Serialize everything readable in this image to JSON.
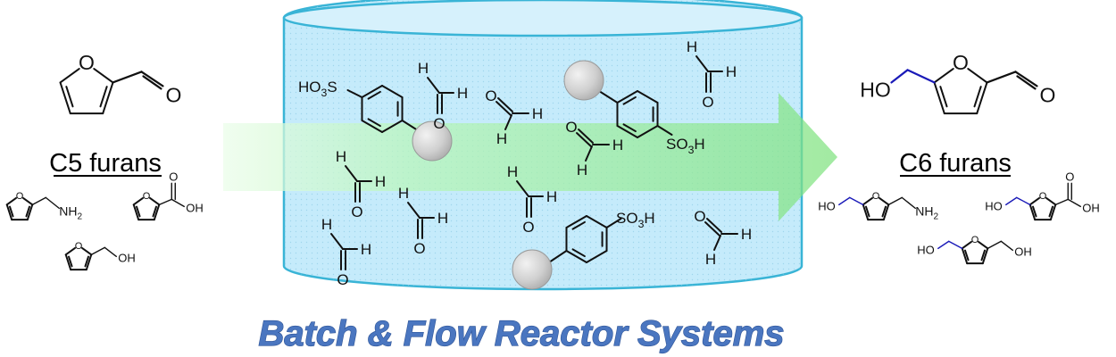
{
  "colors": {
    "arrow": "#a6f5a6",
    "cylinder": "#c5ebfb",
    "cylinder_edge": "#39b4d6",
    "c6_hydroxymethyl": "#1a1ab8",
    "bead": "#c4c4c4",
    "title": "#4a76c0"
  },
  "left": {
    "heading": "C5 furans",
    "main_label": "O",
    "side_labels": {
      "nh2": "NH",
      "nh2_sub": "2",
      "cooh": "OH",
      "oh": "OH"
    }
  },
  "right": {
    "heading": "C6 furans",
    "main_ho": "HO",
    "main_o": "O",
    "side_labels": {
      "ho": "HO",
      "nh2": "NH",
      "nh2_sub": "2",
      "oh": "OH"
    }
  },
  "reactor": {
    "formaldehyde": {
      "h": "H",
      "o": "O"
    },
    "sulfonic_acid": {
      "ho3s_prefix": "HO",
      "so3h_prefix": "SO",
      "sub3": "3",
      "s": "S",
      "h": "H"
    }
  },
  "title": "Batch & Flow Reactor Systems"
}
